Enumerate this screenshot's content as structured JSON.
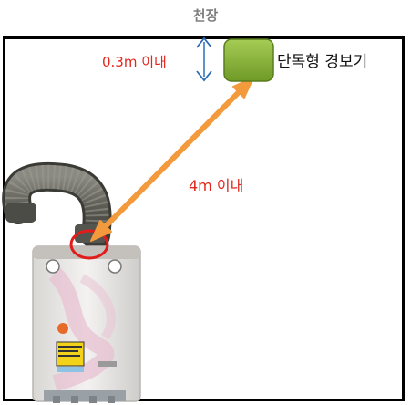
{
  "ceiling_label": "천장",
  "distance_to_ceiling": "0.3m 이내",
  "alarm_label": "단독형 경보기",
  "distance_to_heater": "4m 이내",
  "colors": {
    "alarm_fill": "#8cb83a",
    "arrow_orange": "#f29a3c",
    "arrow_blue": "#2e6db4",
    "highlight_circle": "#e21b1b",
    "room_border": "#000000",
    "label_red": "#e2261c"
  }
}
